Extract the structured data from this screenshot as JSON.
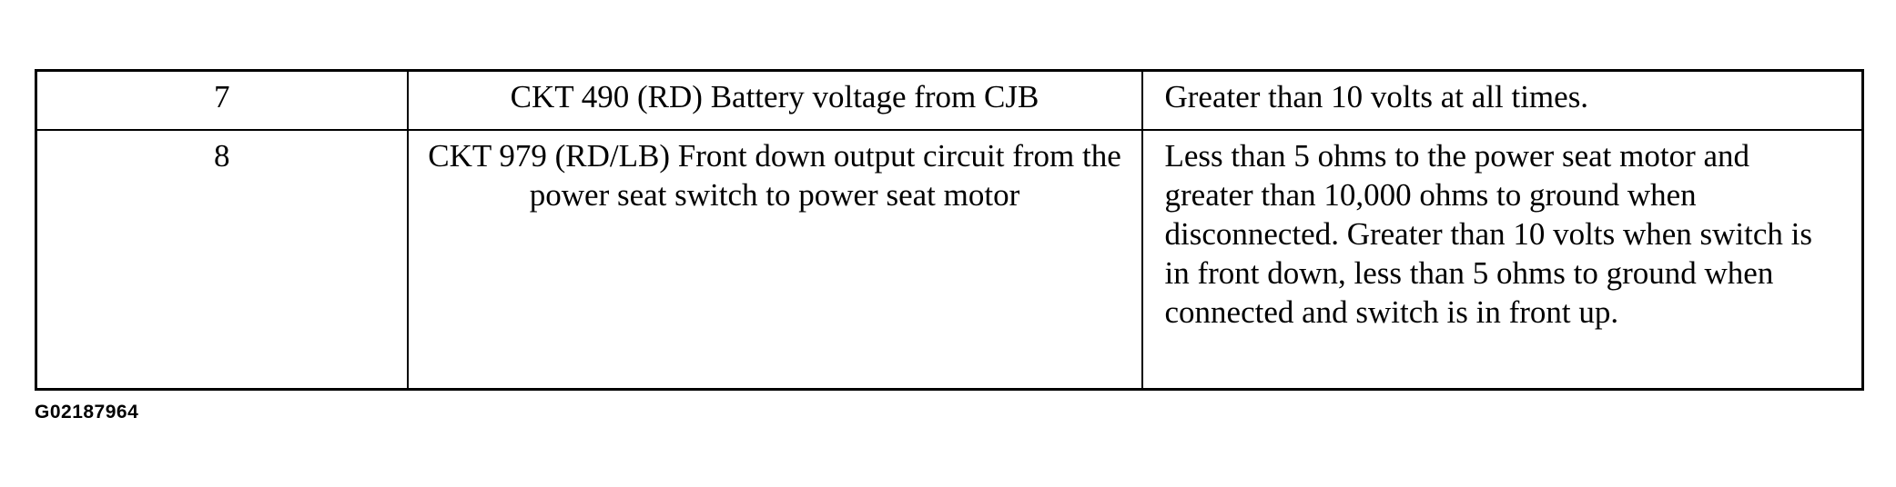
{
  "table": {
    "rows": [
      {
        "number": "7",
        "circuit": "CKT 490 (RD) Battery voltage from CJB",
        "result": "Greater than 10 volts at all times."
      },
      {
        "number": "8",
        "circuit": "CKT 979 (RD/LB) Front down output circuit from the power seat switch to power seat motor",
        "result": "Less than 5 ohms to the power seat motor and greater than 10,000 ohms to ground when disconnected. Greater than 10 volts when switch is in front down, less than 5 ohms to ground when connected and switch is in front up."
      }
    ]
  },
  "figure": {
    "id": "G02187964"
  }
}
